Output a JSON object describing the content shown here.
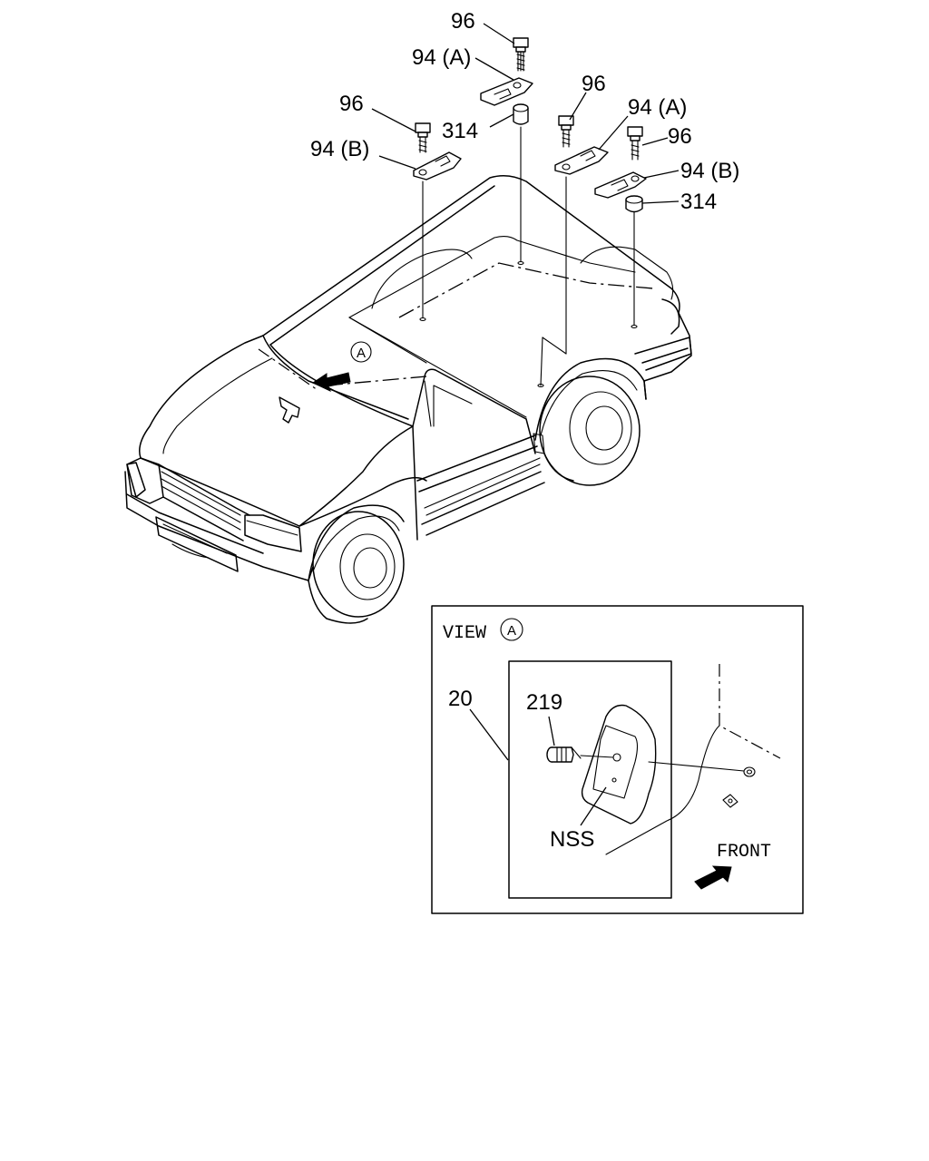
{
  "callouts": {
    "bolt_top": "96",
    "bracket_a_top": "94 (A)",
    "bolt_left": "96",
    "spacer_left": "314",
    "bracket_b_left": "94 (B)",
    "bolt_mid": "96",
    "bracket_a_right": "94 (A)",
    "bolt_right": "96",
    "bracket_b_right": "94 (B)",
    "spacer_right": "314",
    "view_marker": "A"
  },
  "view_box": {
    "title_prefix": "VIEW",
    "title_circle": "A",
    "part_20": "20",
    "part_219": "219",
    "part_nss": "NSS",
    "front": "FRONT"
  }
}
